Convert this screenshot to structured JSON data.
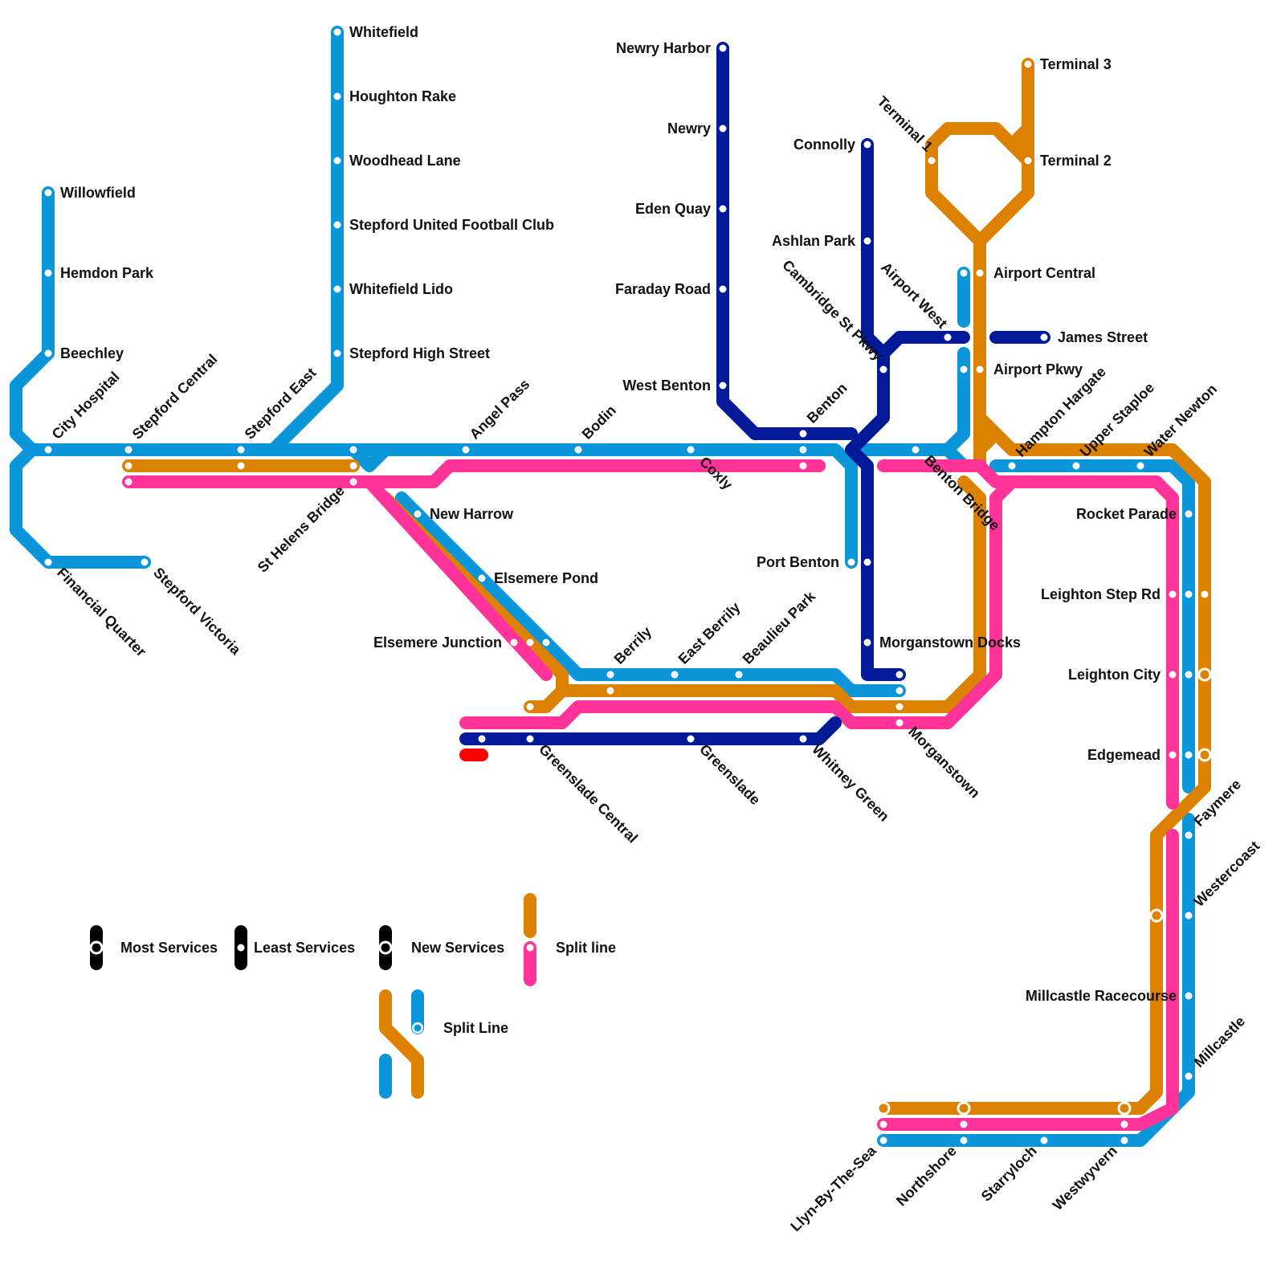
{
  "colors": {
    "light_blue": "#0a96d8",
    "orange": "#dd8200",
    "pink": "#ff3399",
    "navy": "#041998",
    "red": "#ff0000",
    "legend_black": "#000000"
  },
  "legend": {
    "most_services": "Most Services",
    "least_services": "Least Services",
    "new_services": "New Services",
    "split_line_pink": "Split line",
    "split_line_blue": "Split Line"
  },
  "stations": [
    {
      "id": "whitefield",
      "name": "Whitefield"
    },
    {
      "id": "houghton-rake",
      "name": "Houghton Rake"
    },
    {
      "id": "woodhead-lane",
      "name": "Woodhead Lane"
    },
    {
      "id": "stepford-united-fc",
      "name": "Stepford United Football Club"
    },
    {
      "id": "whitefield-lido",
      "name": "Whitefield Lido"
    },
    {
      "id": "stepford-high-street",
      "name": "Stepford High Street"
    },
    {
      "id": "willowfield",
      "name": "Willowfield"
    },
    {
      "id": "hemdon-park",
      "name": "Hemdon Park"
    },
    {
      "id": "beechley",
      "name": "Beechley"
    },
    {
      "id": "city-hospital",
      "name": "City Hospital"
    },
    {
      "id": "stepford-central",
      "name": "Stepford Central"
    },
    {
      "id": "stepford-east",
      "name": "Stepford East"
    },
    {
      "id": "st-helens-bridge",
      "name": "St Helens Bridge"
    },
    {
      "id": "financial-quarter",
      "name": "Financial Quarter"
    },
    {
      "id": "stepford-victoria",
      "name": "Stepford Victoria"
    },
    {
      "id": "angel-pass",
      "name": "Angel Pass"
    },
    {
      "id": "bodin",
      "name": "Bodin"
    },
    {
      "id": "coxly",
      "name": "Coxly"
    },
    {
      "id": "new-harrow",
      "name": "New Harrow"
    },
    {
      "id": "elsemere-pond",
      "name": "Elsemere Pond"
    },
    {
      "id": "elsemere-junction",
      "name": "Elsemere Junction"
    },
    {
      "id": "berrily",
      "name": "Berrily"
    },
    {
      "id": "east-berrily",
      "name": "East Berrily"
    },
    {
      "id": "beaulieu-park",
      "name": "Beaulieu Park"
    },
    {
      "id": "greenslade-central",
      "name": "Greenslade Central"
    },
    {
      "id": "greenslade",
      "name": "Greenslade"
    },
    {
      "id": "whitney-green",
      "name": "Whitney Green"
    },
    {
      "id": "newry-harbor",
      "name": "Newry Harbor"
    },
    {
      "id": "newry",
      "name": "Newry"
    },
    {
      "id": "eden-quay",
      "name": "Eden Quay"
    },
    {
      "id": "faraday-road",
      "name": "Faraday Road"
    },
    {
      "id": "west-benton",
      "name": "West Benton"
    },
    {
      "id": "benton",
      "name": "Benton"
    },
    {
      "id": "connolly",
      "name": "Connolly"
    },
    {
      "id": "ashlan-park",
      "name": "Ashlan Park"
    },
    {
      "id": "cambridge-st-pkwy",
      "name": "Cambridge St Pkwy"
    },
    {
      "id": "airport-west",
      "name": "Airport West"
    },
    {
      "id": "port-benton",
      "name": "Port Benton"
    },
    {
      "id": "morganstown-docks",
      "name": "Morganstown Docks"
    },
    {
      "id": "morganstown",
      "name": "Morganstown"
    },
    {
      "id": "benton-bridge",
      "name": "Benton Bridge"
    },
    {
      "id": "terminal-1",
      "name": "Terminal 1"
    },
    {
      "id": "terminal-3",
      "name": "Terminal 3"
    },
    {
      "id": "terminal-2",
      "name": "Terminal 2"
    },
    {
      "id": "airport-central",
      "name": "Airport Central"
    },
    {
      "id": "james-street",
      "name": "James Street"
    },
    {
      "id": "airport-pkwy",
      "name": "Airport Pkwy"
    },
    {
      "id": "hampton-hargate",
      "name": "Hampton Hargate"
    },
    {
      "id": "upper-staploe",
      "name": "Upper Staploe"
    },
    {
      "id": "water-newton",
      "name": "Water Newton"
    },
    {
      "id": "rocket-parade",
      "name": "Rocket Parade"
    },
    {
      "id": "leighton-step-rd",
      "name": "Leighton Step Rd"
    },
    {
      "id": "leighton-city",
      "name": "Leighton City"
    },
    {
      "id": "edgemead",
      "name": "Edgemead"
    },
    {
      "id": "faymere",
      "name": "Faymere"
    },
    {
      "id": "westercoast",
      "name": "Westercoast"
    },
    {
      "id": "millcastle-racecourse",
      "name": "Millcastle Racecourse"
    },
    {
      "id": "millcastle",
      "name": "Millcastle"
    },
    {
      "id": "llyn-by-the-sea",
      "name": "Llyn-By-The-Sea"
    },
    {
      "id": "northshore",
      "name": "Northshore"
    },
    {
      "id": "starryloch",
      "name": "Starryloch"
    },
    {
      "id": "westwyvern",
      "name": "Westwyvern"
    }
  ]
}
